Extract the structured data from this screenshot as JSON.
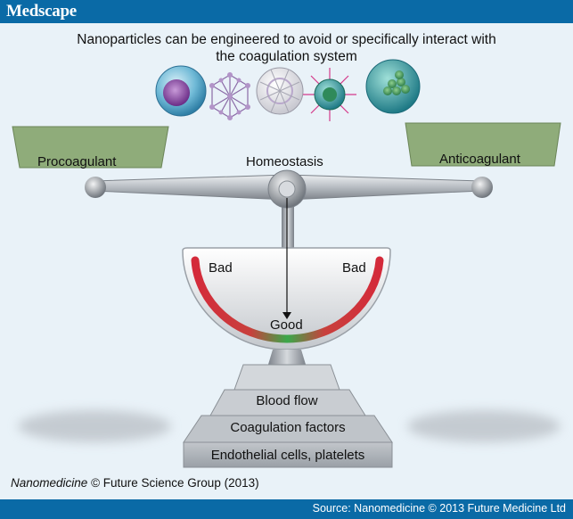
{
  "header": {
    "brand": "Medscape"
  },
  "caption": {
    "line1": "Nanoparticles can be engineered to avoid or specifically interact with",
    "line2": "the coagulation system"
  },
  "scale": {
    "left_pan_label": "Procoagulant",
    "right_pan_label": "Anticoagulant",
    "pivot_label": "Homeostasis"
  },
  "dial": {
    "left_label": "Bad",
    "right_label": "Bad",
    "center_label": "Good"
  },
  "base": {
    "tier1": "Blood flow",
    "tier2": "Coagulation factors",
    "tier3": "Endothelial cells, platelets"
  },
  "credit": {
    "journal": "Nanomedicine",
    "rest": " © Future Science Group (2013)"
  },
  "footer": {
    "source": "Source: Nanomedicine © 2013 Future Medicine Ltd"
  },
  "colors": {
    "banner": "#0a6aa6",
    "background": "#e9f2f8",
    "pan_green": "#8fac7a",
    "bad_red": "#d42a3a",
    "good_green": "#3aa84a"
  }
}
